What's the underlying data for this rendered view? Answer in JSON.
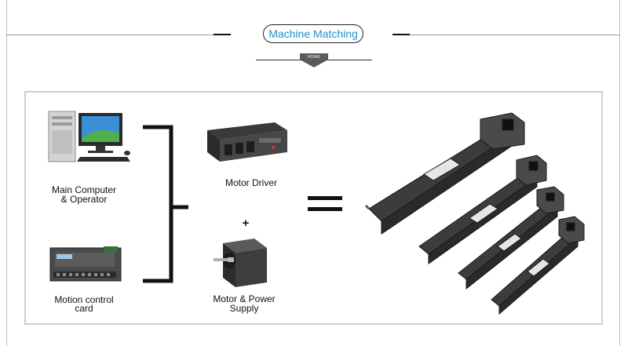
{
  "header": {
    "title": "Machine Matching",
    "badge": "HOME"
  },
  "left_column": {
    "computer_label_line1": "Main Computer",
    "computer_label_line2": "& Operator",
    "card_label_line1": "Motion control",
    "card_label_line2": "card"
  },
  "middle_column": {
    "driver_label": "Motor Driver",
    "plus": "+",
    "motor_label_line1": "Motor & Power",
    "motor_label_line2": "Supply"
  },
  "colors": {
    "title_text": "#1e8fd0",
    "badge_fill": "#5a5a5a",
    "panel_border": "#cfcfcf"
  },
  "icons": [
    "desktop-computer-image",
    "motion-control-card-image",
    "motor-driver-image",
    "stepper-motor-image",
    "linear-module-image"
  ]
}
